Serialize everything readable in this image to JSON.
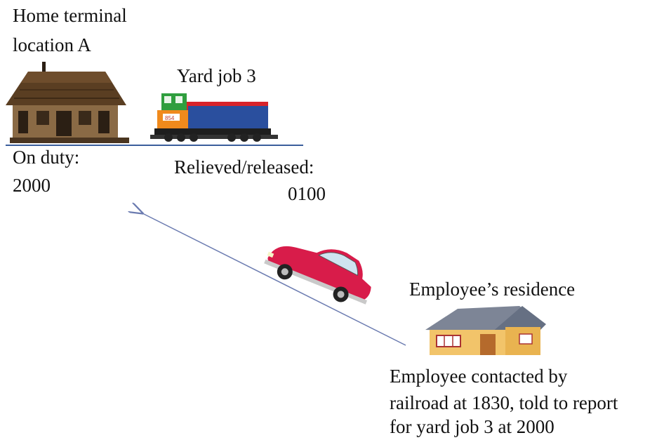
{
  "terminal": {
    "title_line1": "Home terminal",
    "title_line2": "location  A",
    "on_duty_label": "On duty:",
    "on_duty_time": "2000"
  },
  "yard_job": {
    "title": "Yard job 3",
    "relieved_label": "Relieved/released:",
    "relieved_time": "0100",
    "locomotive_number": "854"
  },
  "residence": {
    "title": "Employee’s  residence",
    "note_line1": "Employee  contacted by",
    "note_line2": "railroad  at 1830, told to report",
    "note_line3": "for yard job 3 at 2000"
  },
  "colors": {
    "arrow": "#6b7bb0",
    "track": "#3b5e9c",
    "station_roof": "#5a3e22",
    "station_wall": "#8a6a45",
    "loco_blue": "#2a4f9e",
    "loco_red": "#d8232a",
    "loco_green": "#2f9e3e",
    "loco_orange": "#f08a1c",
    "car_red": "#d81c4a",
    "house_roof": "#7d8596",
    "house_wall": "#f2c46a"
  }
}
